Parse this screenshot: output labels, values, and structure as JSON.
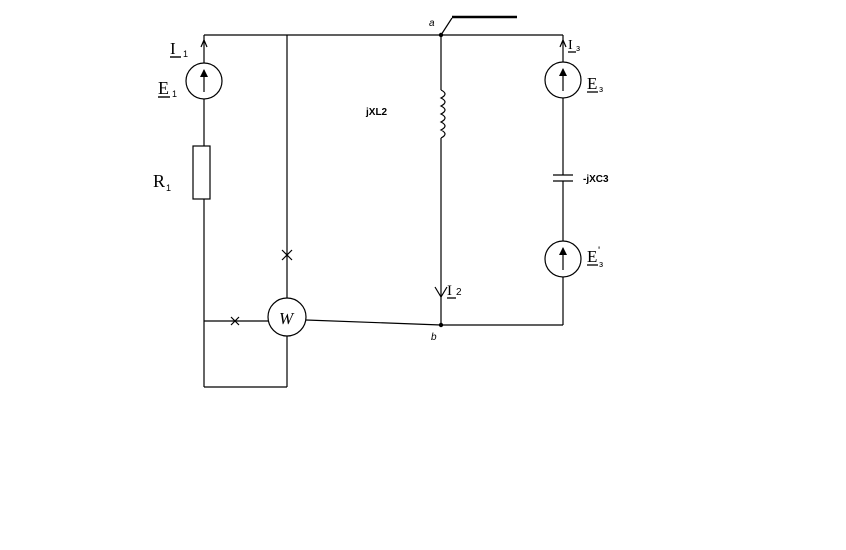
{
  "circuit": {
    "nodes": {
      "a": "a",
      "b": "b"
    },
    "branch1": {
      "current": "I",
      "current_sub": "1",
      "source": "E",
      "source_sub": "1",
      "resistor": "R",
      "resistor_sub": "1"
    },
    "branch2": {
      "inductor": "jXL2",
      "current": "I",
      "current_sub": "2"
    },
    "branch3": {
      "current": "I",
      "current_sub": "з",
      "source": "E",
      "source_sub": "з",
      "capacitor": "-jXC3",
      "source2": "E",
      "source2_sub": "з",
      "source2_prime": "'"
    },
    "wattmeter": {
      "label": "W"
    }
  }
}
